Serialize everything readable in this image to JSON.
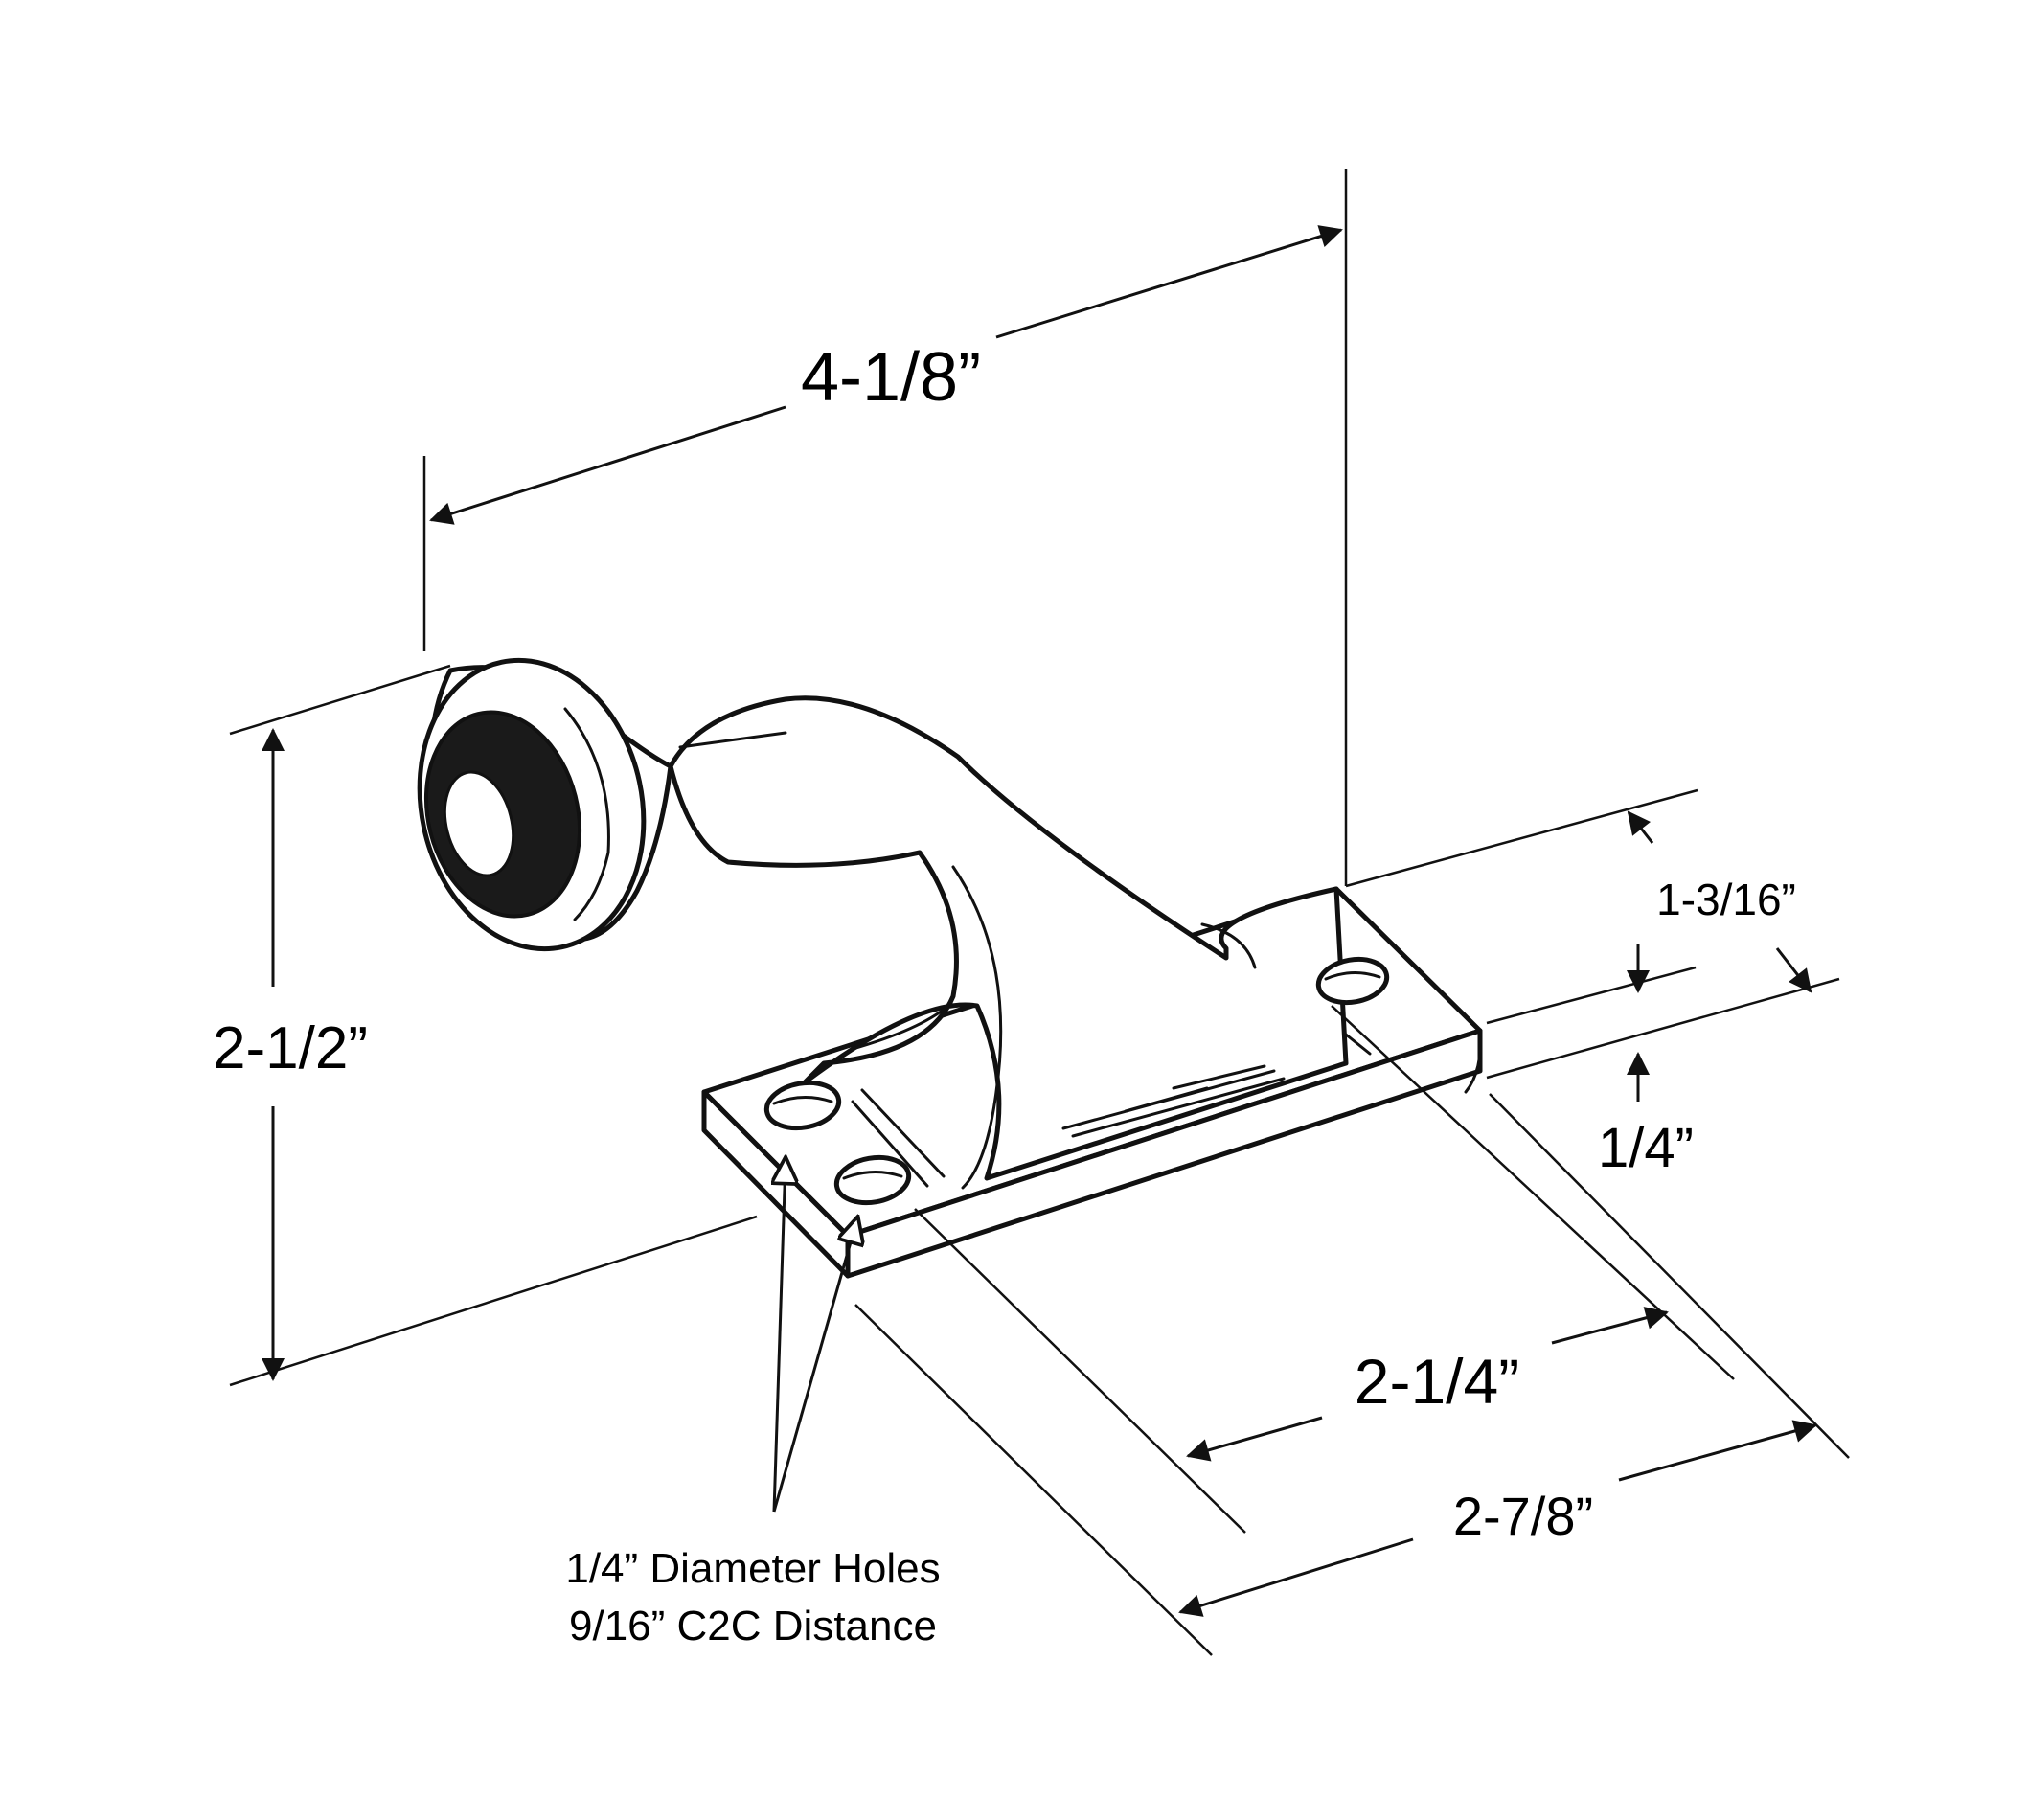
{
  "dimensions": {
    "overall_length": "4-1/8”",
    "height": "2-1/2”",
    "mount_plate_width": "1-3/16”",
    "plate_thickness": "1/4”",
    "hole_to_edge": "2-1/4”",
    "base_depth": "2-7/8”"
  },
  "note": {
    "line1": "1/4” Diameter Holes",
    "line2": "9/16” C2C Distance"
  },
  "colors": {
    "ink": "#111111",
    "background": "#ffffff",
    "bumper": "#1a1a1a"
  }
}
